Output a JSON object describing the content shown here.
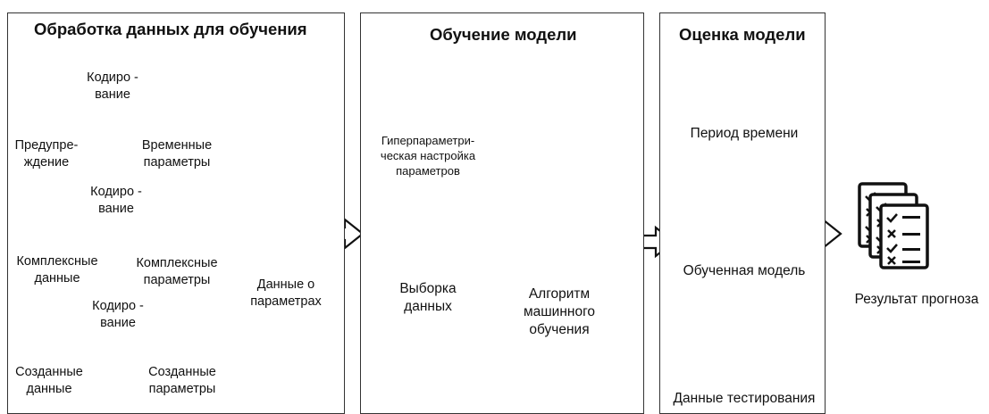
{
  "stages": {
    "data_processing": {
      "title": "Обработка данных для обучения",
      "sources": [
        {
          "label": "Предупре-\nждение",
          "icon": "warning-document-icon",
          "encode_label": "Кодиро -\nвание",
          "features_label": "Временные\nпараметры"
        },
        {
          "label": "Комплексные\nданные",
          "icon": "database-location-icon",
          "encode_label": "Кодиро -\nвание",
          "features_label": "Комплексные\nпараметры"
        },
        {
          "label": "Созданные\nданные",
          "icon": "server-gear-icon",
          "encode_label": "Кодиро -\nвание",
          "features_label": "Созданные\nпараметры"
        }
      ],
      "feature_data_label": "Данные о\nпараметрах"
    },
    "model_training": {
      "title": "Обучение модели",
      "tuning_label": "Гиперпараметри-\nческая настройка\nпараметров",
      "sampling_label": "Выборка\nданных",
      "algorithm_label": "Алгоритм\nмашинного\nобучения"
    },
    "model_evaluation": {
      "title": "Оценка модели",
      "time_period_label": "Период времени",
      "trained_model_label": "Обученная модель",
      "test_data_label": "Данные тестирования"
    }
  },
  "result_label": "Результат прогноза"
}
